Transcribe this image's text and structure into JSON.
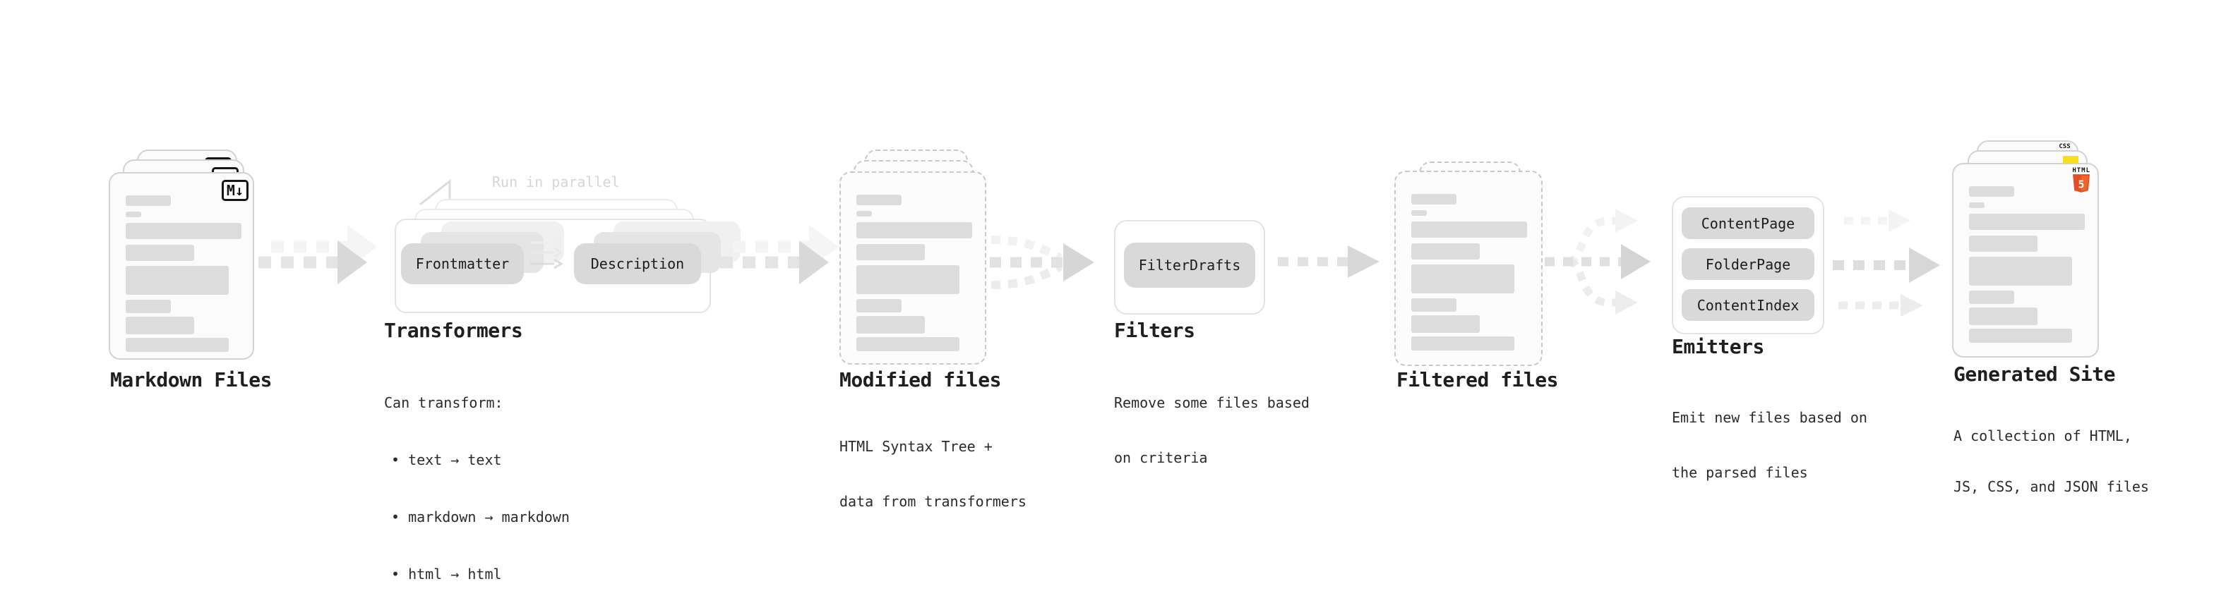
{
  "palette": {
    "card_bg": "#fbfbfb",
    "card_border": "#d2d2d2",
    "dashed_border": "#c8c8c8",
    "placeholder_bar": "#dcdcdc",
    "chip_bg": "#d9d9d9",
    "arrow_gray": "#d8d8d8",
    "arrow_light": "#f3f3f3",
    "muted_note": "#d5d5d5",
    "heading_text": "#1f1f1f",
    "html5_orange": "#e44d26",
    "html5_orange_light": "#f16529",
    "js_yellow": "#f7df1e",
    "css_blue": "#2965f1"
  },
  "stages": {
    "markdown_files": {
      "label": "Markdown Files",
      "file_icon": "M↓"
    },
    "transformers": {
      "heading": "Transformers",
      "parallel_note": "Run in parallel",
      "transformer_boxes": [
        "Frontmatter",
        "Description"
      ],
      "details": [
        "Can transform:",
        "• text → text",
        "• markdown → markdown",
        "• html → html"
      ]
    },
    "modified_files": {
      "label": "Modified files",
      "description": [
        "HTML Syntax Tree +",
        "data from transformers"
      ]
    },
    "filters": {
      "heading": "Filters",
      "filter_boxes": [
        "FilterDrafts"
      ],
      "description": [
        "Remove some files based",
        "on criteria"
      ]
    },
    "filtered_files": {
      "label": "Filtered files"
    },
    "emitters": {
      "heading": "Emitters",
      "emitter_boxes": [
        "ContentPage",
        "FolderPage",
        "ContentIndex"
      ],
      "description": [
        "Emit new files based on",
        "the parsed files"
      ]
    },
    "generated_site": {
      "label": "Generated Site",
      "description": [
        "A collection of HTML,",
        "JS, CSS, and JSON files"
      ],
      "html5_badge_top": "HTML",
      "html5_badge_number": "5",
      "css_badge": "CSS"
    }
  }
}
